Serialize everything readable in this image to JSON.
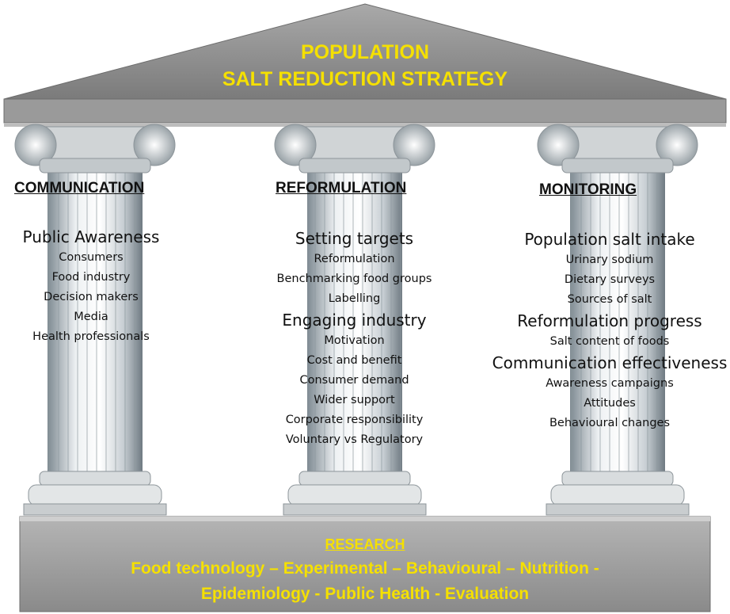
{
  "roof": {
    "line1": "POPULATION",
    "line2": "SALT REDUCTION STRATEGY"
  },
  "pillars": [
    {
      "heading": "COMMUNICATION",
      "groups": [
        {
          "title": "Public Awareness",
          "items": [
            "Consumers",
            "Food industry",
            "Decision makers",
            "Media",
            "Health professionals"
          ]
        }
      ]
    },
    {
      "heading": "REFORMULATION",
      "groups": [
        {
          "title": "Setting targets",
          "items": [
            "Reformulation",
            "Benchmarking food groups",
            "Labelling"
          ]
        },
        {
          "title": "Engaging industry",
          "items": [
            "Motivation",
            "Cost and benefit",
            "Consumer demand",
            "Wider support",
            "Corporate responsibility",
            "Voluntary vs Regulatory"
          ]
        }
      ]
    },
    {
      "heading": "MONITORING",
      "groups": [
        {
          "title": "Population salt intake",
          "items": [
            "Urinary sodium",
            "Dietary surveys",
            "Sources of salt"
          ]
        },
        {
          "title": "Reformulation progress",
          "items": [
            "Salt content of foods"
          ]
        },
        {
          "title": "Communication effectiveness",
          "items": [
            "Awareness campaigns",
            "Attitudes",
            "Behavioural changes"
          ]
        }
      ]
    }
  ],
  "base": {
    "title": "RESEARCH",
    "line1": "Food technology – Experimental – Behavioural – Nutrition -",
    "line2": "Epidemiology - Public Health - Evaluation"
  },
  "colors": {
    "accent_text": "#f5e000",
    "stone_dark": "#8a8a8a",
    "stone_light": "#d9d9d9"
  }
}
